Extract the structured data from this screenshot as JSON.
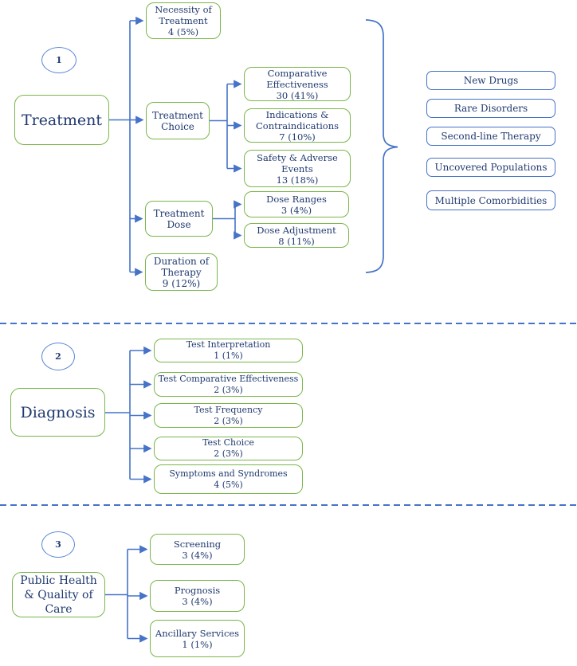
{
  "figure": {
    "type": "three-tier taxonomy flow diagram",
    "colors": {
      "node_border_green": "#7ab64a",
      "connector_blue": "#4573c8",
      "text_navy": "#203a70"
    }
  },
  "sections": [
    {
      "number": "1",
      "root_label": "Treatment",
      "children": {
        "necessity": {
          "label": "Necessity of Treatment",
          "count": "4 (5%)"
        },
        "treatment_choice": {
          "label": "Treatment Choice"
        },
        "comparative_effectiveness": {
          "label": "Comparative Effectiveness",
          "count": "30 (41%)"
        },
        "indications_contraindications": {
          "label": "Indications & Contraindications",
          "count": "7 (10%)"
        },
        "safety_adverse_events": {
          "label": "Safety & Adverse Events",
          "count": "13 (18%)"
        },
        "treatment_dose": {
          "label": "Treatment Dose"
        },
        "dose_ranges": {
          "label": "Dose Ranges",
          "count": "3 (4%)"
        },
        "dose_adjustment": {
          "label": "Dose Adjustment",
          "count": "8 (11%)"
        },
        "duration_of_therapy": {
          "label": "Duration of Therapy",
          "count": "9 (12%)"
        }
      },
      "callouts": [
        "New Drugs",
        "Rare Disorders",
        "Second-line Therapy",
        "Uncovered Populations",
        "Multiple Comorbidities"
      ]
    },
    {
      "number": "2",
      "root_label": "Diagnosis",
      "children": {
        "test_interpretation": {
          "label": "Test Interpretation",
          "count": "1 (1%)"
        },
        "test_comparative_effectiveness": {
          "label": "Test Comparative Effectiveness",
          "count": "2 (3%)"
        },
        "test_frequency": {
          "label": "Test Frequency",
          "count": "2 (3%)"
        },
        "test_choice": {
          "label": "Test Choice",
          "count": "2 (3%)"
        },
        "symptoms_and_syndromes": {
          "label": "Symptoms and Syndromes",
          "count": "4 (5%)"
        }
      }
    },
    {
      "number": "3",
      "root_label": "Public Health & Quality of Care",
      "children": {
        "screening": {
          "label": "Screening",
          "count": "3 (4%)"
        },
        "prognosis": {
          "label": "Prognosis",
          "count": "3 (4%)"
        },
        "ancillary_services": {
          "label": "Ancillary Services",
          "count": "1 (1%)"
        }
      }
    }
  ]
}
